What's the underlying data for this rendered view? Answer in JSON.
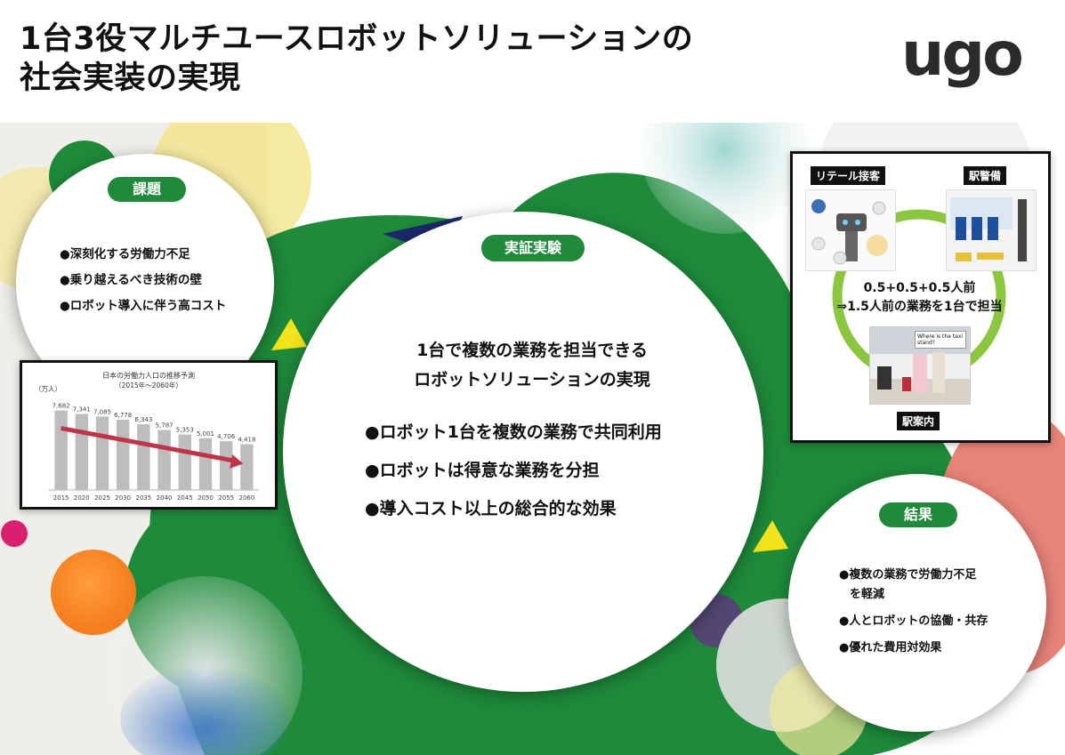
{
  "header": {
    "title_line1": "1台3役マルチユースロボットソリューションの",
    "title_line2": "社会実装の実現",
    "logo": "ugo"
  },
  "issue": {
    "label": "課題",
    "bullets": [
      "●深刻化する労働力不足",
      "●乗り越えるべき技術の壁",
      "●ロボット導入に伴う高コスト"
    ]
  },
  "chart_data": {
    "type": "bar",
    "title": "日本の労働力人口の推移予測",
    "subtitle": "（2015年〜2060年）",
    "ylabel": "（万人）",
    "categories": [
      "2015",
      "2020",
      "2025",
      "2030",
      "2035",
      "2040",
      "2045",
      "2050",
      "2055",
      "2060"
    ],
    "values": [
      7682,
      7341,
      7085,
      6778,
      6343,
      5787,
      5353,
      5001,
      4706,
      4418
    ],
    "value_labels": [
      "7,682",
      "7,341",
      "7,085",
      "6,778",
      "6,343",
      "5,787",
      "5,353",
      "5,001",
      "4,706",
      "4,418"
    ],
    "ylim": [
      0,
      8500
    ],
    "bar_color": "#bdbdbd",
    "arrow_color": "#c0344a"
  },
  "experiment": {
    "label": "実証実験",
    "headline_line1": "1台で複数の業務を担当できる",
    "headline_line2": "ロボットソリューションの実現",
    "bullets": [
      "●ロボット1台を複数の業務で共同利用",
      "●ロボットは得意な業務を分担",
      "●導入コスト以上の総合的な効果"
    ]
  },
  "roles": {
    "retail": "リテール接客",
    "security": "駅警備",
    "guide": "駅案内",
    "summary_line1": "0.5+0.5+0.5人前",
    "summary_line2": "⇒1.5人前の業務を1台で担当",
    "speech_bubble": "Where is the taxi stand?"
  },
  "result": {
    "label": "結果",
    "bullets": [
      "●複数の業務で労働力不足",
      "を軽減",
      "●人とロボットの協働・共存",
      "●優れた費用対効果"
    ]
  },
  "colors": {
    "green": "#1e8a3a",
    "ring": "#8cc63f",
    "yellow": "#f2e31b",
    "coral": "#e9847a"
  }
}
